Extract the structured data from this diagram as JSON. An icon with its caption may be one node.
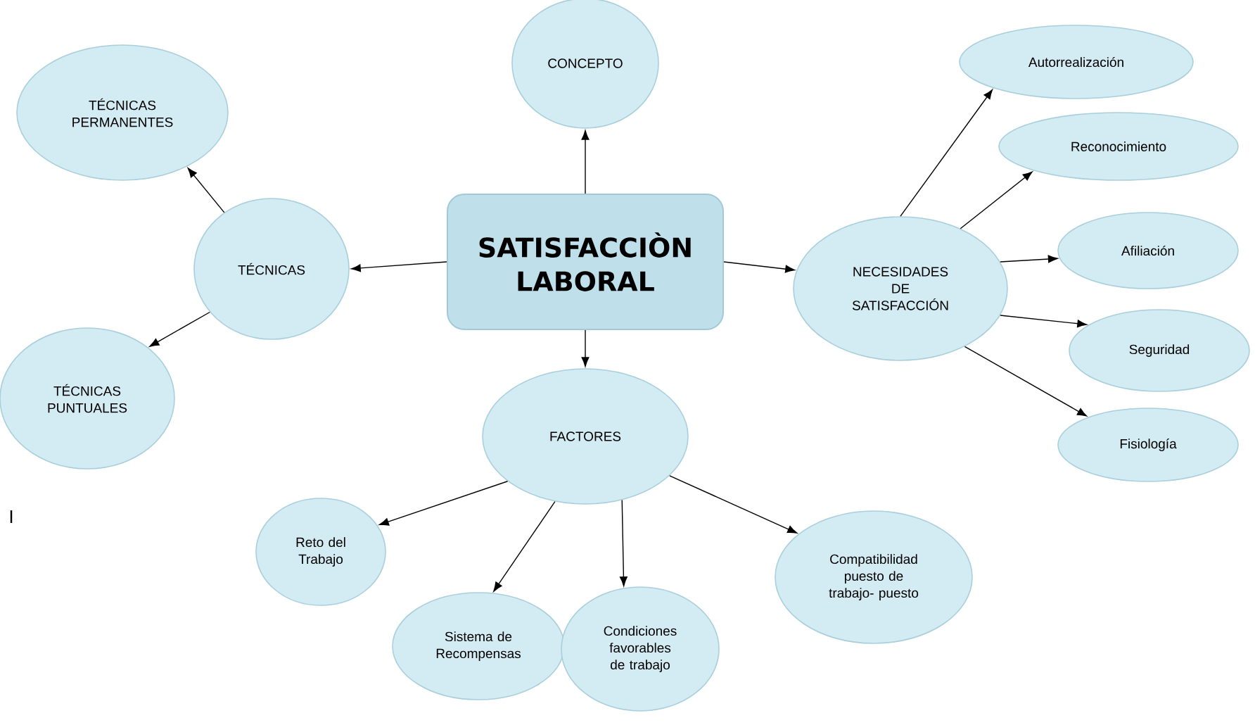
{
  "diagram": {
    "nodes": [
      {
        "text": [
          "SATISFACCIÒN LABORAL"
        ]
      },
      {
        "text": [
          "CONCEPTO"
        ]
      },
      {
        "text": [
          "TÉCNICAS"
        ]
      },
      {
        "text": [
          "TÉCNICAS PERMANENTES"
        ]
      },
      {
        "text": [
          "TÉCNICAS PUNTUALES"
        ]
      },
      {
        "text": [
          "NECESIDADES DE SATISFACCIÓN"
        ]
      },
      {
        "text": [
          "Autorrealización"
        ]
      },
      {
        "text": [
          "Reconocimiento"
        ]
      },
      {
        "text": [
          "Afiliación"
        ]
      },
      {
        "text": [
          "Seguridad"
        ]
      },
      {
        "text": [
          "Fisiología"
        ]
      },
      {
        "text": [
          "FACTORES"
        ]
      },
      {
        "text": [
          "Reto del Trabajo"
        ]
      },
      {
        "text": [
          "Sistema de Recompensas"
        ]
      },
      {
        "text": [
          "Condiciones favorables de trabajo"
        ]
      },
      {
        "text": [
          "Compatibilidad puesto de trabajo- puesto"
        ]
      }
    ],
    "edges": [
      {
        "from": 0,
        "to": 1,
        "arrow": "to"
      },
      {
        "from": 0,
        "to": 2,
        "arrow": "to"
      },
      {
        "from": 2,
        "to": 3,
        "arrow": "to"
      },
      {
        "from": 2,
        "to": 4,
        "arrow": "to"
      },
      {
        "from": 0,
        "to": 5,
        "arrow": "to"
      },
      {
        "from": 5,
        "to": 6,
        "arrow": "to"
      },
      {
        "from": 5,
        "to": 7,
        "arrow": "to"
      },
      {
        "from": 5,
        "to": 8,
        "arrow": "to"
      },
      {
        "from": 5,
        "to": 9,
        "arrow": "to"
      },
      {
        "from": 5,
        "to": 10,
        "arrow": "to"
      },
      {
        "from": 0,
        "to": 11,
        "arrow": "to"
      },
      {
        "from": 11,
        "to": 12,
        "arrow": "to"
      },
      {
        "from": 11,
        "to": 13,
        "arrow": "to"
      },
      {
        "from": 11,
        "to": 14,
        "arrow": "to"
      },
      {
        "from": 11,
        "to": 15,
        "arrow": "to"
      }
    ],
    "labels": [
      "I"
    ]
  }
}
